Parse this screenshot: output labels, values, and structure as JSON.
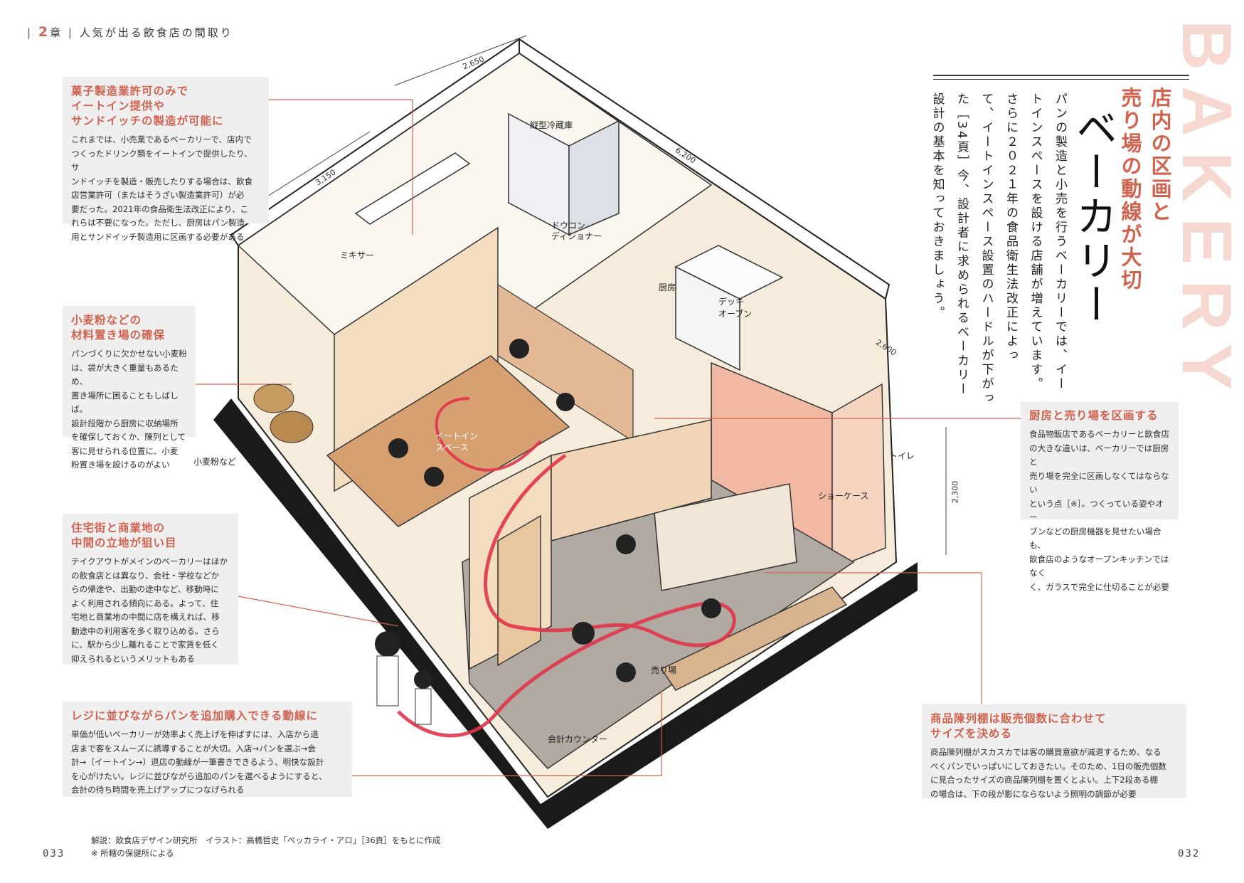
{
  "header": {
    "chapter_num": "2",
    "chapter_suffix": "章",
    "running_title": "人気が出る飲食店の間取り"
  },
  "colors": {
    "accent": "#d0634f",
    "bakery_watermark": "#f6d8d0",
    "callout_bg": "#efefef",
    "floor_dark": "#1a1a1a",
    "wall_beige": "#f3dcc0",
    "path_red": "#e0344a"
  },
  "watermark": "BAKERY",
  "title": {
    "subtitle_lines": [
      "店内の区画と",
      "売り場の動線が大切"
    ],
    "main": "ベーカリー",
    "lead_lines": [
      "パンの製造と小売を行うベーカリーでは、イー",
      "トインスペースを設ける店舗が増えています。",
      "さらに２０２１年の食品衛生法改正によっ",
      "て、イートインスペース設置のハードルが下がっ",
      "た［34頁］今、設計者に求められるベーカリー",
      "設計の基本を知っておきましょう。"
    ]
  },
  "callouts": {
    "c1": {
      "title_lines": [
        "菓子製造業許可のみで",
        "イートイン提供や",
        "サンドイッチの製造が可能に"
      ],
      "body_lines": [
        "これまでは、小売業であるベーカリーで、店内で",
        "つくったドリンク類をイートインで提供したり、サ",
        "ンドイッチを製造・販売したりする場合は、飲食",
        "店営業許可（またはそうざい製造業許可）が必",
        "要だった。2021年の食品衛生法改正により、こ",
        "れらは不要になった。ただし、厨房はパン製造",
        "用とサンドイッチ製造用に区画する必要がある"
      ]
    },
    "c2": {
      "title_lines": [
        "小麦粉などの",
        "材料置き場の確保"
      ],
      "body_lines": [
        "パンづくりに欠かせない小麦粉",
        "は、袋が大きく重量もあるため、",
        "置き場所に困ることもしばしば。",
        "設計段階から厨房に収納場所",
        "を確保しておくか、陳列として",
        "客に見せられる位置に、小麦",
        "粉置き場を設けるのがよい"
      ]
    },
    "c3": {
      "title_lines": [
        "住宅街と商業地の",
        "中間の立地が狙い目"
      ],
      "body_lines": [
        "テイクアウトがメインのベーカリーはほか",
        "の飲食店とは異なり、会社・学校などか",
        "らの帰途や、出勤の途中など、移動時に",
        "よく利用される傾向にある。よって、住",
        "宅地と商業地の中間に店を構えれば、移",
        "動途中の利用客を多く取り込める。さら",
        "に、駅から少し離れることで家賃を低く",
        "抑えられるというメリットもある"
      ]
    },
    "c4": {
      "title_lines": [
        "レジに並びながらパンを追加購入できる動線に"
      ],
      "body_lines": [
        "単価が低いベーカリーが効率よく売上げを伸ばすには、入店から退",
        "店まで客をスムーズに誘導することが大切。入店→パンを選ぶ→会",
        "計→（イートイン→）退店の動線が一筆書きできるよう、明快な設計",
        "を心がけたい。レジに並びながら追加のパンを選べるようにすると、",
        "会計の待ち時間を売上げアップにつなげられる"
      ]
    },
    "c5": {
      "title_lines": [
        "厨房と売り場を区画する"
      ],
      "body_lines": [
        "食品物販店であるベーカリーと飲食店",
        "の大きな違いは、ベーカリーでは厨房と",
        "売り場を完全に区画しなくてはならない",
        "という点［※］。つくっている姿やオー",
        "ブンなどの厨房機器を見せたい場合も、",
        "飲食店のようなオープンキッチンではなく",
        "く、ガラスで完全に仕切ることが必要"
      ]
    },
    "c6": {
      "title_lines": [
        "商品陳列棚は販売個数に合わせて",
        "サイズを決める"
      ],
      "body_lines": [
        "商品陳列棚がスカスカでは客の購買意欲が減退するため、なる",
        "べくパンでいっぱいにしておきたい。そのため、1日の販売個数",
        "に見合ったサイズの商品陳列棚を置くとよい。上下2段ある棚",
        "の場合は、下の段が影にならないよう照明の調節が必要"
      ]
    }
  },
  "labels": {
    "fridge": "縦型冷蔵庫",
    "mixer": "ミキサー",
    "dough_conditioner": "ドウコン\nディショナー",
    "kitchen": "厨房",
    "deck_oven": "デッキ\nオーブン",
    "eatin": "イートイン\nスペース",
    "flour": "小麦粉など",
    "showcase": "ショーケース",
    "toilet": "トイレ",
    "sales_floor": "売り場",
    "register": "会計カウンター"
  },
  "dimensions": {
    "d1": "2,650",
    "d2": "3,150",
    "d3": "6,200",
    "d4": "2,600",
    "d5": "2,300"
  },
  "footer": {
    "credit": "解説：飲食店デザイン研究所　イラスト：高橋哲史「ベッカライ・アロ」［36頁］をもとに作成",
    "note": "※ 所轄の保健所による"
  },
  "pages": {
    "left": "033",
    "right": "032"
  }
}
